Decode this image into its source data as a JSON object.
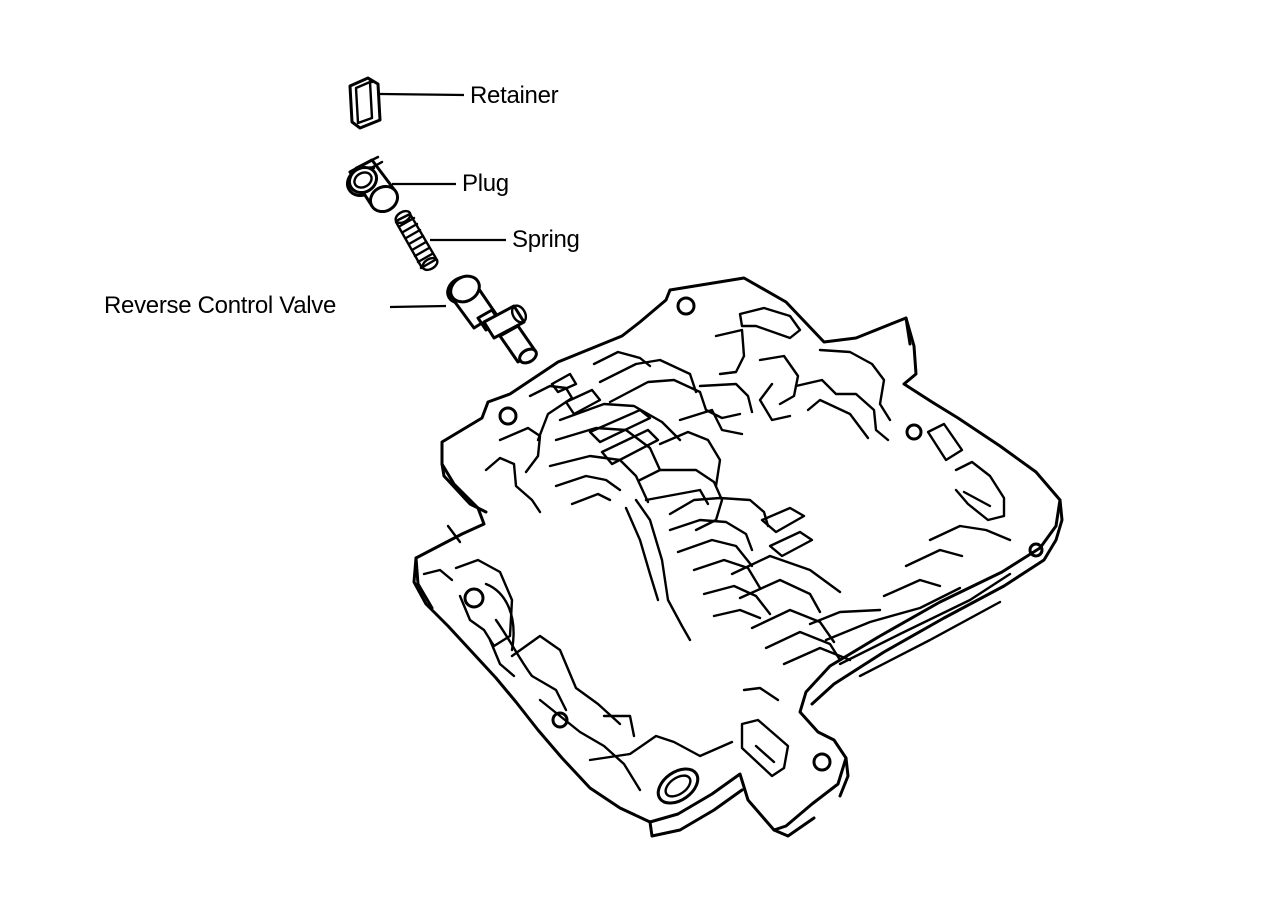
{
  "labels": {
    "retainer": "Retainer",
    "plug": "Plug",
    "spring": "Spring",
    "reverse_control_valve": "Reverse Control Valve"
  },
  "colors": {
    "ink": "#000000",
    "paper": "#ffffff"
  }
}
